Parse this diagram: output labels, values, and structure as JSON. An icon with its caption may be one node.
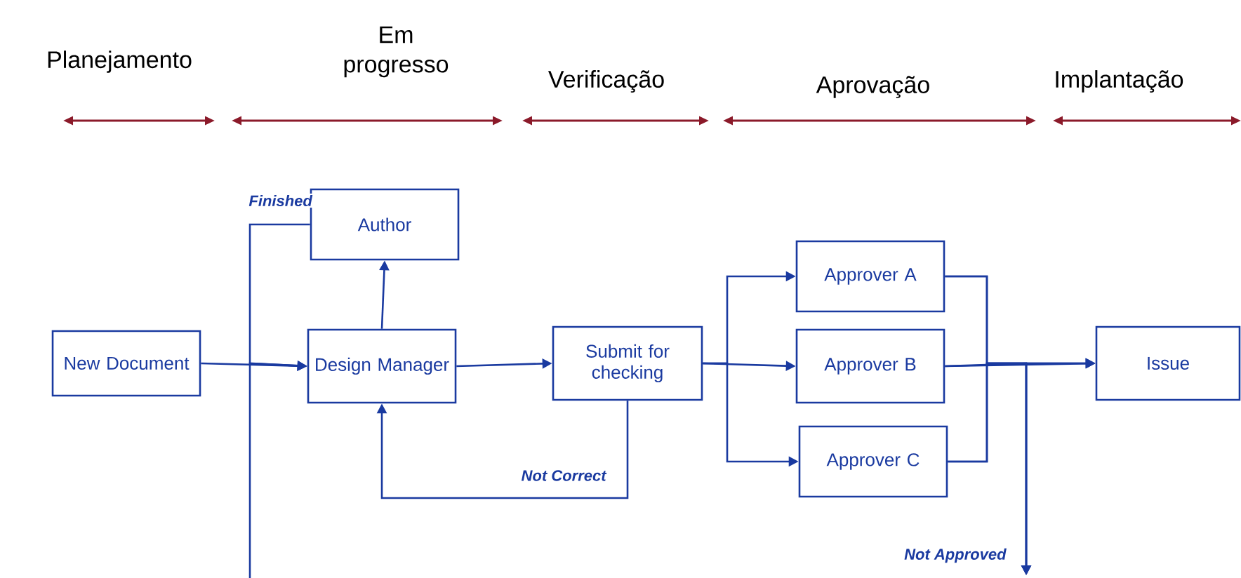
{
  "diagram": {
    "nodes": [
      {
        "text": [
          "New Document"
        ]
      },
      {
        "text": [
          "Author"
        ]
      },
      {
        "text": [
          "Design Manager"
        ]
      },
      {
        "text": [
          "Submit for checking"
        ]
      },
      {
        "text": [
          "Approver A"
        ]
      },
      {
        "text": [
          "Approver B"
        ]
      },
      {
        "text": [
          "Approver C"
        ]
      },
      {
        "text": [
          "Issue"
        ]
      }
    ],
    "edges": [
      {
        "from": 0,
        "to": 2,
        "arrow": "to"
      },
      {
        "from": 1,
        "to": 2,
        "arrow": "to",
        "label": "Finished"
      },
      {
        "from": 2,
        "to": 1,
        "arrow": "to"
      },
      {
        "from": 2,
        "to": 3,
        "arrow": "to"
      },
      {
        "from": 3,
        "to": 2,
        "arrow": "to",
        "label": "Not Correct"
      },
      {
        "from": null,
        "to": 2,
        "arrow": "to"
      },
      {
        "from": 3,
        "to": 4,
        "arrow": "to"
      },
      {
        "from": 3,
        "to": 5,
        "arrow": "to"
      },
      {
        "from": 3,
        "to": 6,
        "arrow": "to"
      },
      {
        "from": 4,
        "to": 7,
        "arrow": "to"
      },
      {
        "from": 5,
        "to": 7,
        "arrow": "to"
      },
      {
        "from": 6,
        "to": 7,
        "arrow": "to"
      },
      {
        "from": 4,
        "to": null,
        "arrow": "to"
      },
      {
        "from": 5,
        "to": null,
        "arrow": "to",
        "label": "Not Approved"
      },
      {
        "from": 6,
        "to": null,
        "arrow": "to"
      }
    ],
    "labels": [
      "Planejamento",
      "Em progresso",
      "Verificação",
      "Aprovação",
      "Implantação"
    ]
  }
}
